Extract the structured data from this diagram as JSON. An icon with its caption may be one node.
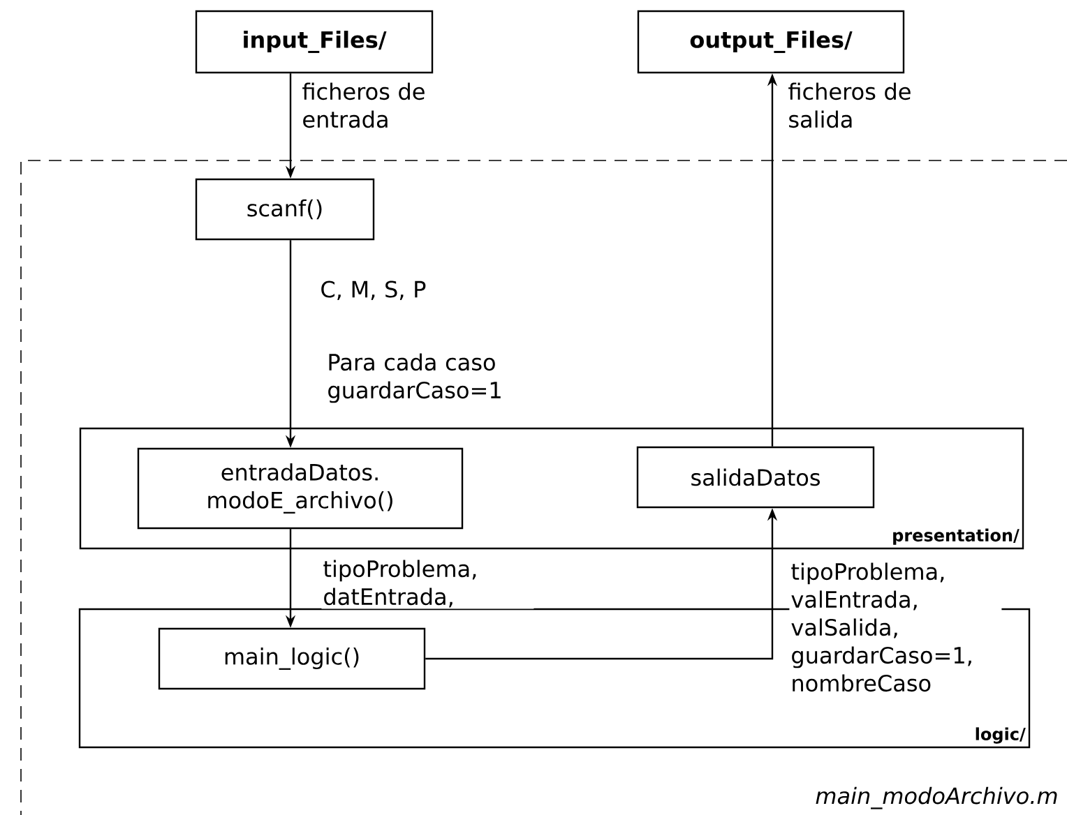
{
  "diagram": {
    "nodes": [
      {
        "text": [
          "input_Files/"
        ]
      },
      {
        "text": [
          "output_Files/"
        ]
      },
      {
        "text": [
          "main_modoArchivo.m"
        ]
      },
      {
        "text": [
          "scanf()"
        ],
        "in": 2
      },
      {
        "text": [
          "presentation/"
        ],
        "in": 2
      },
      {
        "text": [
          "entradaDatos. modoE_archivo()"
        ],
        "in": 4
      },
      {
        "text": [
          "salidaDatos"
        ],
        "in": 4
      },
      {
        "text": [
          "logic/"
        ],
        "in": 2
      },
      {
        "text": [
          "main_logic()"
        ],
        "in": 7
      }
    ],
    "edges": [
      {
        "from": 0,
        "to": 3,
        "arrow": "to",
        "label": "ficheros de entrada"
      },
      {
        "from": 3,
        "to": 5,
        "arrow": "to",
        "label": "C, M, S, P"
      },
      {
        "from": 6,
        "to": 1,
        "arrow": "to",
        "label": "ficheros de salida"
      },
      {
        "from": 5,
        "to": 8,
        "arrow": "to",
        "label": "tipoProblema, datEntrada,"
      },
      {
        "from": 8,
        "to": 6,
        "arrow": "to",
        "label": "tipoProblema, valEntrada, valSalida, guardarCaso=1, nombreCaso"
      }
    ],
    "labels": [
      "Para cada caso guardarCaso=1"
    ]
  }
}
